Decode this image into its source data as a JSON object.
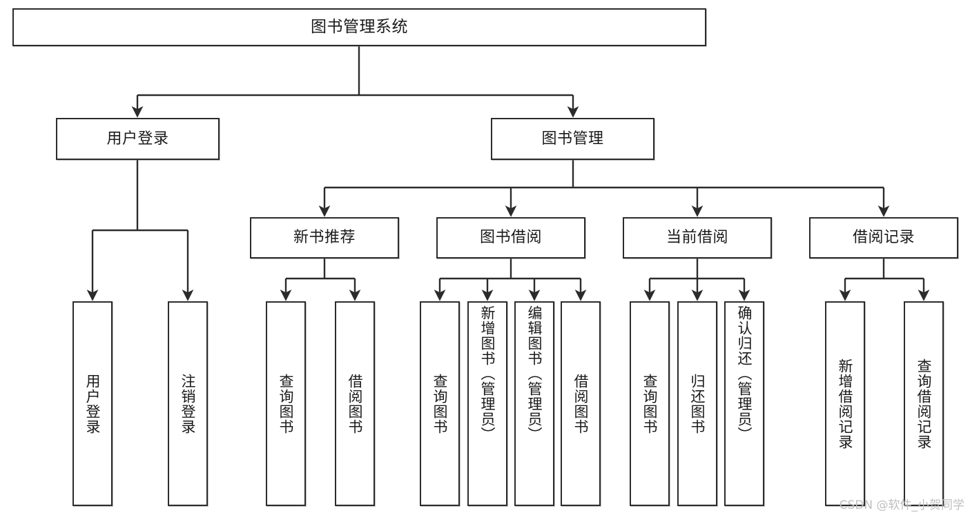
{
  "diagram": {
    "title": "图书管理系统",
    "type": "tree",
    "orientation": "top-down",
    "style": {
      "box_border_color": "#2b2b2b",
      "box_fill_color": "#ffffff",
      "edge_color": "#2b2b2b",
      "text_color": "#1a1a1a",
      "background_color": "#ffffff",
      "watermark_color": "#bfbfbf"
    }
  },
  "nodes": {
    "root": {
      "label": "图书管理系统"
    },
    "level2": [
      {
        "id": "user-login",
        "label": "用户登录"
      },
      {
        "id": "book-management",
        "label": "图书管理"
      }
    ],
    "level3": [
      {
        "id": "new-book-recommend",
        "label": "新书推荐"
      },
      {
        "id": "book-borrow",
        "label": "图书借阅"
      },
      {
        "id": "current-borrow",
        "label": "当前借阅"
      },
      {
        "id": "borrow-record",
        "label": "借阅记录"
      }
    ],
    "leaves": {
      "user_login": [
        {
          "id": "leaf-user-login",
          "label": "用户登录"
        },
        {
          "id": "leaf-logout-login",
          "label": "注销登录"
        }
      ],
      "new_book_recommend": [
        {
          "id": "leaf-query-book-1",
          "label": "查询图书"
        },
        {
          "id": "leaf-borrow-book-1",
          "label": "借阅图书"
        }
      ],
      "book_borrow": [
        {
          "id": "leaf-query-book-2",
          "label": "查询图书"
        },
        {
          "id": "leaf-add-book",
          "label": "新增图书（管理员）"
        },
        {
          "id": "leaf-edit-book",
          "label": "编辑图书（管理员）"
        },
        {
          "id": "leaf-borrow-book-2",
          "label": "借阅图书"
        }
      ],
      "current_borrow": [
        {
          "id": "leaf-query-book-3",
          "label": "查询图书"
        },
        {
          "id": "leaf-return-book",
          "label": "归还图书"
        },
        {
          "id": "leaf-confirm-return",
          "label": "确认归还（管理员）"
        }
      ],
      "borrow_record": [
        {
          "id": "leaf-add-record",
          "label": "新增借阅记录"
        },
        {
          "id": "leaf-query-record",
          "label": "查询借阅记录"
        }
      ]
    }
  },
  "watermark": {
    "text": "CSDN @软件_小贺同学"
  }
}
